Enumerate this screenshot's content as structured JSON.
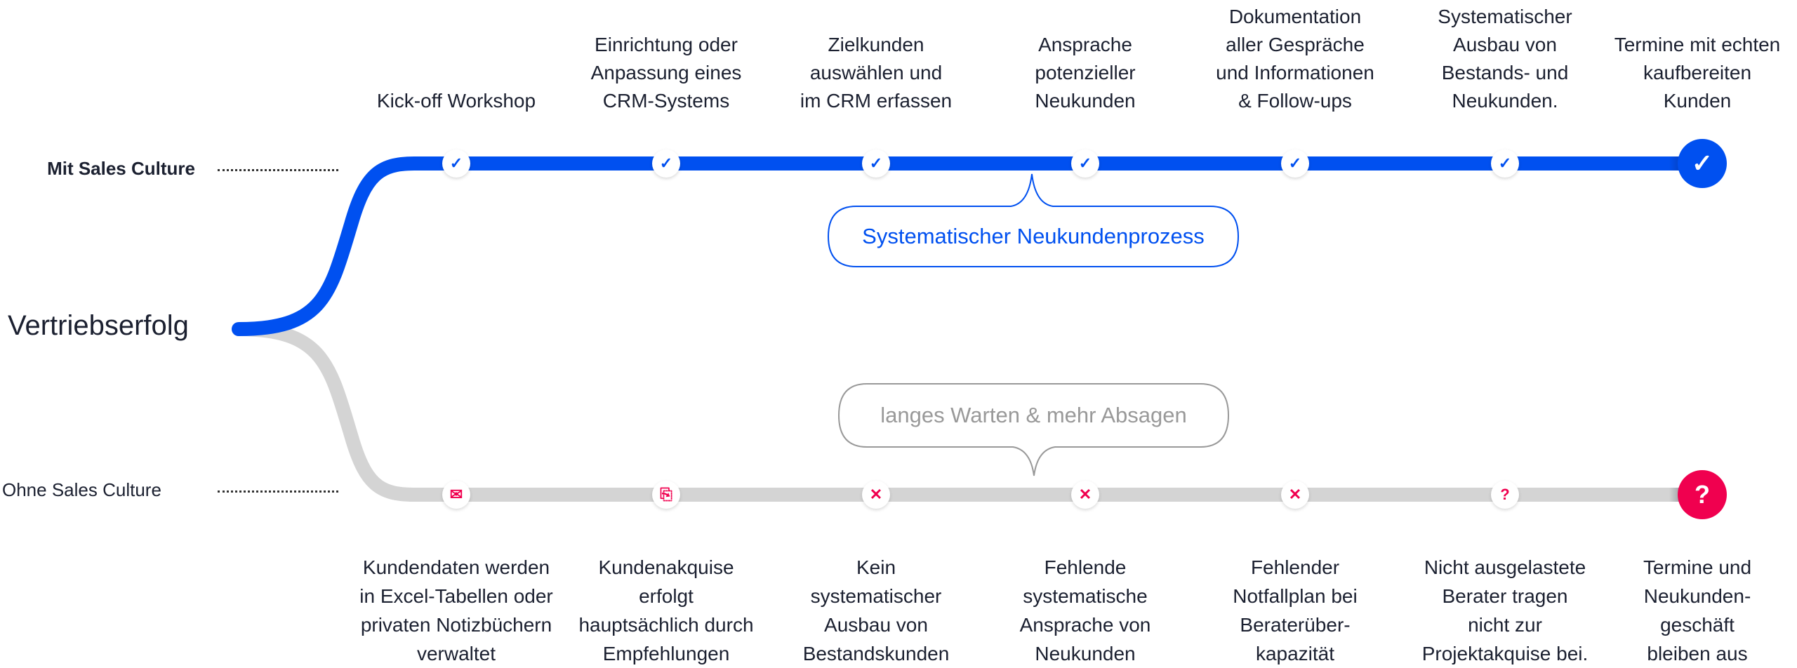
{
  "root_label": "Vertriebserfolg",
  "colors": {
    "blue": "#0050f0",
    "pink": "#f0004f",
    "grey": "#d4d4d4",
    "text": "#1b2030"
  },
  "with": {
    "label": "Mit Sales Culture",
    "bubble": "Systematischer Neukundenprozess",
    "steps": [
      {
        "label": "Kick-off Workshop",
        "icon": "check-icon"
      },
      {
        "label": "Einrichtung oder\nAnpassung eines\nCRM-Systems",
        "icon": "check-icon"
      },
      {
        "label": "Zielkunden\nauswählen und\nim CRM erfassen",
        "icon": "check-icon"
      },
      {
        "label": "Ansprache\npotenzieller\nNeukunden",
        "icon": "check-icon"
      },
      {
        "label": "Dokumentation\naller Gespräche\nund Informationen\n& Follow-ups",
        "icon": "check-icon"
      },
      {
        "label": "Systematischer\nAusbau von\nBestands- und\nNeukunden.",
        "icon": "check-icon"
      }
    ],
    "result": {
      "label": "Termine mit echten\nkaufbereiten\nKunden",
      "icon": "check-icon"
    }
  },
  "without": {
    "label": "Ohne Sales Culture",
    "bubble": "langes Warten & mehr Absagen",
    "steps": [
      {
        "label": "Kundendaten werden\nin Excel-Tabellen oder\nprivaten Notizbüchern\nverwaltet",
        "icon": "envelope-icon"
      },
      {
        "label": "Kundenakquise\nerfolgt\nhauptsächlich durch\nEmpfehlungen",
        "icon": "document-export-icon"
      },
      {
        "label": "Kein\nsystematischer\nAusbau von\nBestandskunden",
        "icon": "x-icon"
      },
      {
        "label": "Fehlende\nsystematische\nAnsprache von\nNeukunden",
        "icon": "x-icon"
      },
      {
        "label": "Fehlender\nNotfallplan bei\nBeraterüber-\nkapazität",
        "icon": "x-icon"
      },
      {
        "label": "Nicht ausgelastete\nBerater tragen\nnicht zur\nProjektakquise bei.",
        "icon": "question-icon"
      }
    ],
    "result": {
      "label": "Termine und\nNeukunden-\ngeschäft\nbleiben aus",
      "icon": "question-icon"
    }
  }
}
